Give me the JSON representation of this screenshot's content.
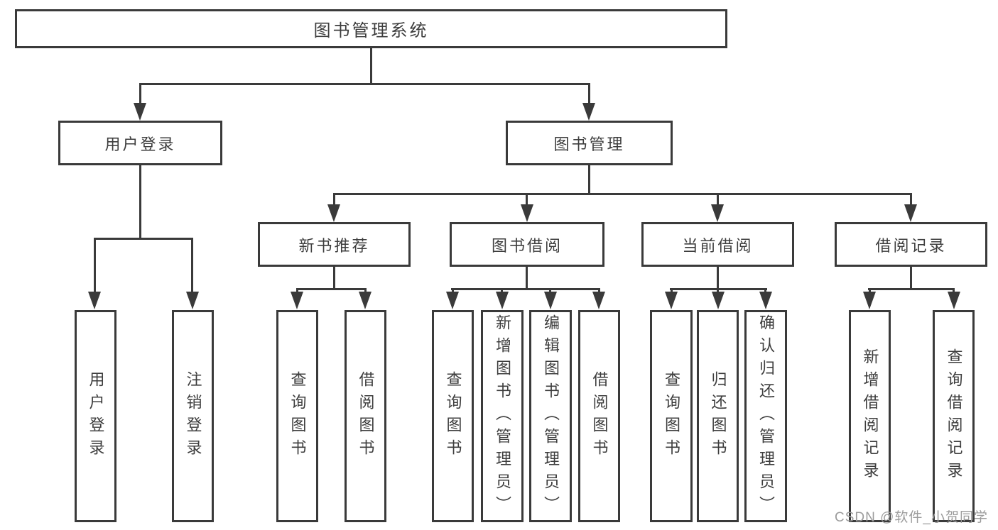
{
  "diagram": {
    "tree": {
      "label": "图书管理系统",
      "children": [
        {
          "label": "用户登录",
          "children": [
            {
              "label": "用户登录"
            },
            {
              "label": "注销登录"
            }
          ]
        },
        {
          "label": "图书管理",
          "children": [
            {
              "label": "新书推荐",
              "children": [
                {
                  "label": "查询图书"
                },
                {
                  "label": "借阅图书"
                }
              ]
            },
            {
              "label": "图书借阅",
              "children": [
                {
                  "label": "查询图书"
                },
                {
                  "label": "新增图书（管理员）"
                },
                {
                  "label": "编辑图书（管理员）"
                },
                {
                  "label": "借阅图书"
                }
              ]
            },
            {
              "label": "当前借阅",
              "children": [
                {
                  "label": "查询图书"
                },
                {
                  "label": "归还图书"
                },
                {
                  "label": "确认归还（管理员）"
                }
              ]
            },
            {
              "label": "借阅记录",
              "children": [
                {
                  "label": "新增借阅记录"
                },
                {
                  "label": "查询借阅记录"
                }
              ]
            }
          ]
        }
      ]
    }
  },
  "watermark": {
    "text": "CSDN @软件_小贺同学"
  },
  "colors": {
    "line": "#3a3a3a",
    "text": "#3d3d3d",
    "watermark": "#9c9c9c",
    "background": "#ffffff"
  }
}
